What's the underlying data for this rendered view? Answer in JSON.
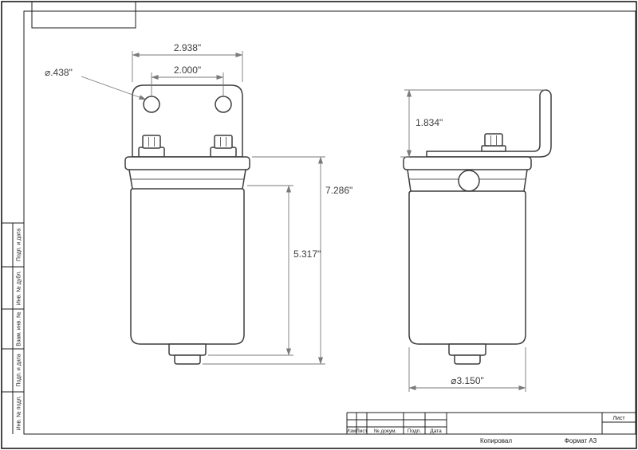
{
  "sheet": {
    "copied_label": "Копировал",
    "format_label": "Формат A3"
  },
  "frame_strips": [
    {
      "label": "Подп. и дата"
    },
    {
      "label": "Инв. № дубл."
    },
    {
      "label": "Взам. инв. №"
    },
    {
      "label": "Подп. и дата"
    },
    {
      "label": "Инв. № подл."
    }
  ],
  "title_block": {
    "col_labels": [
      "Изм.",
      "Лист",
      "№ докум.",
      "Подп.",
      "Дата"
    ],
    "sheet_label": "Лист"
  },
  "views": {
    "front": {
      "dim_width_outer": "2.938\"",
      "dim_width_holes": "2.000\"",
      "dim_hole_dia": "⌀.438\"",
      "dim_height_total": "7.286\"",
      "dim_height_body": "5.317\""
    },
    "side": {
      "dim_bracket_height": "1.834\"",
      "dim_body_dia": "⌀3.150\""
    }
  }
}
